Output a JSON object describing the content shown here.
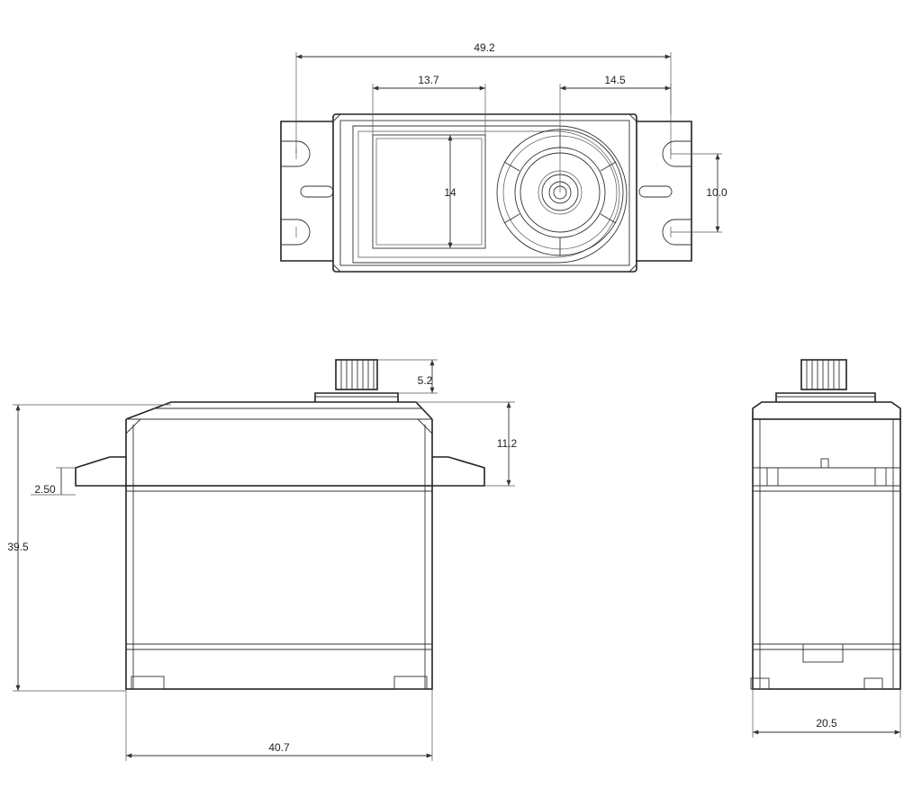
{
  "dimensions": {
    "overall_width": "49.2",
    "window_width": "13.7",
    "spline_offset": "14.5",
    "window_height": "14",
    "hole_spacing": "10.0",
    "spline_height": "5.2",
    "mount_to_top": "11.2",
    "tab_thickness": "2.50",
    "total_height": "39.5",
    "body_length": "40.7",
    "body_width": "20.5"
  },
  "colors": {
    "line": "#222222",
    "background": "#ffffff"
  }
}
